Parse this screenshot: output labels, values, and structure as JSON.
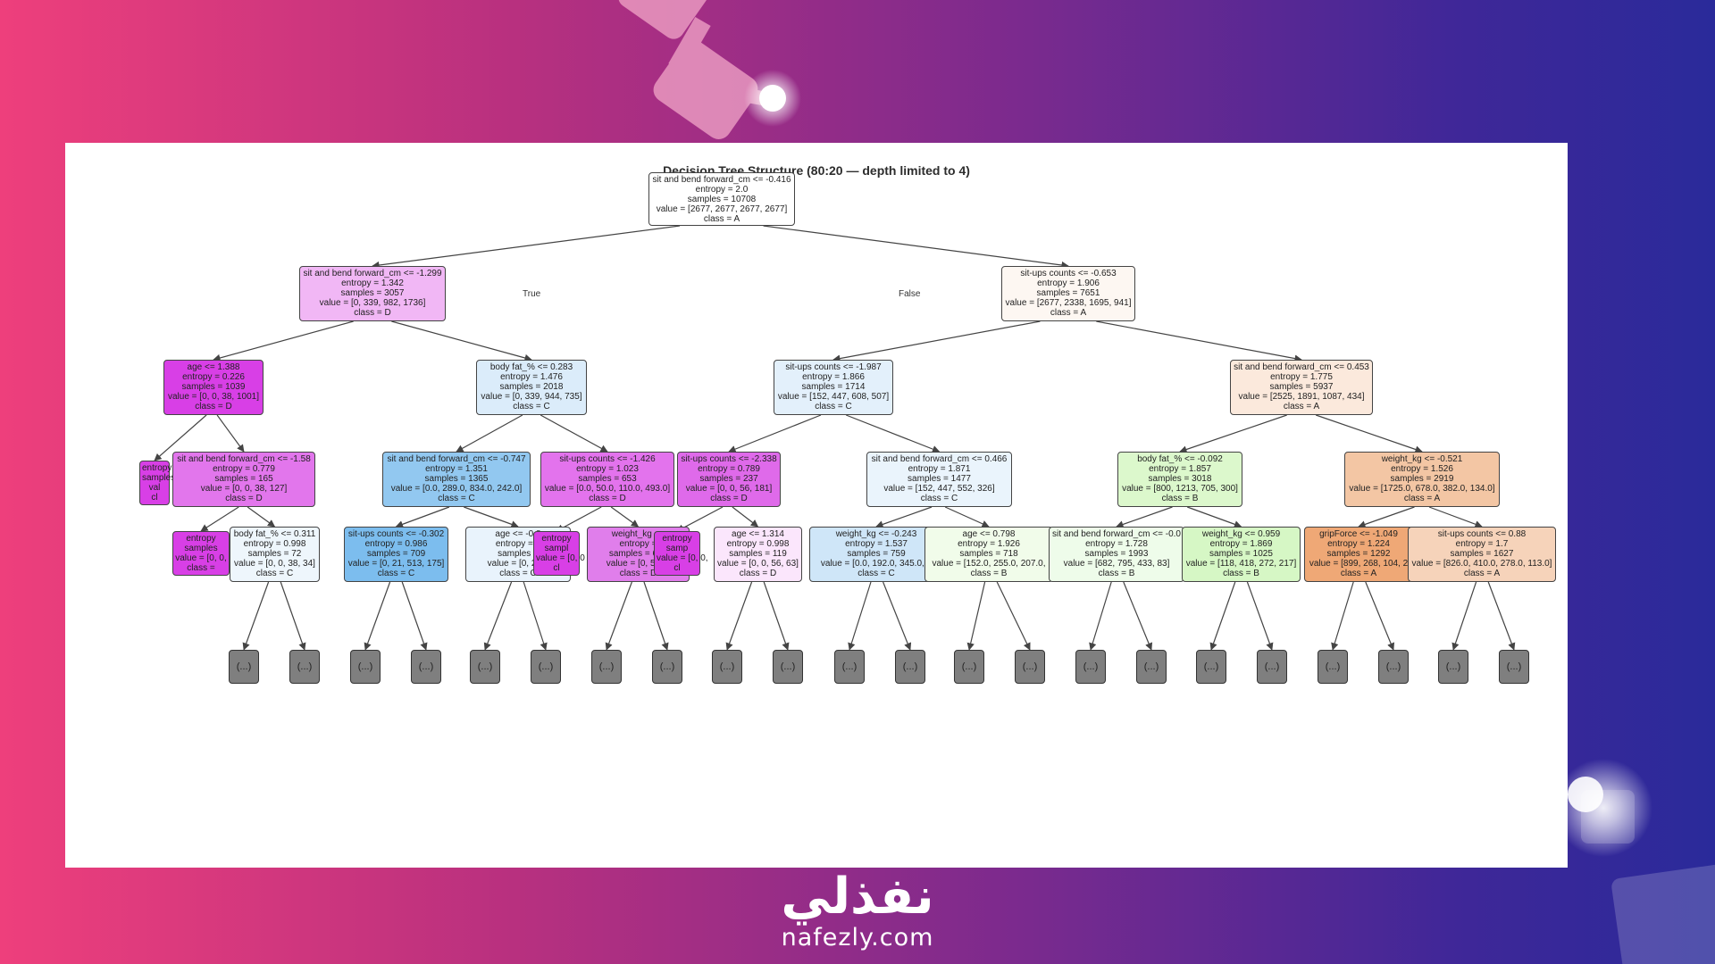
{
  "title": "Decision Tree Structure (80:20 — depth limited to 4)",
  "edge_labels": {
    "true": "True",
    "false": "False"
  },
  "leaf_label": "(...)",
  "brand": {
    "name_ar": "نفذلي",
    "url": "nafezly.com"
  },
  "icons": [
    "network-logo-icon"
  ],
  "colors": {
    "class_A": "#e58139",
    "class_B": "#7be539",
    "class_C": "#399de5",
    "class_D": "#d739e5",
    "leaf": "#7f7f7f"
  },
  "nodes": [
    {
      "id": "n0",
      "color": "#ffffff",
      "lines": [
        "sit and bend forward_cm <= -0.416",
        "entropy = 2.0",
        "samples = 10708",
        "value = [2677, 2677, 2677, 2677]",
        "class = A"
      ]
    },
    {
      "id": "n1",
      "color": "#f1b7f5",
      "lines": [
        "sit and bend forward_cm <= -1.299",
        "entropy = 1.342",
        "samples = 3057",
        "value = [0, 339, 982, 1736]",
        "class = D"
      ]
    },
    {
      "id": "n2",
      "color": "#fdf7f2",
      "lines": [
        "sit-ups counts <= -0.653",
        "entropy = 1.906",
        "samples = 7651",
        "value = [2677, 2338, 1695, 941]",
        "class = A"
      ]
    },
    {
      "id": "n3",
      "color": "#d83fe6",
      "lines": [
        "age <= 1.388",
        "entropy = 0.226",
        "samples = 1039",
        "value = [0, 0, 38, 1001]",
        "class = D"
      ]
    },
    {
      "id": "n4",
      "color": "#dbecfa",
      "lines": [
        "body fat_% <= 0.283",
        "entropy = 1.476",
        "samples = 2018",
        "value = [0, 339, 944, 735]",
        "class = C"
      ]
    },
    {
      "id": "n5",
      "color": "#e3f0fb",
      "lines": [
        "sit-ups counts <= -1.987",
        "entropy = 1.866",
        "samples = 1714",
        "value = [152, 447, 608, 507]",
        "class = C"
      ]
    },
    {
      "id": "n6",
      "color": "#fbe9dc",
      "lines": [
        "sit and bend forward_cm <= 0.453",
        "entropy = 1.775",
        "samples = 5937",
        "value = [2525, 1891, 1087, 434]",
        "class = A"
      ]
    },
    {
      "id": "n7",
      "color": "#d83fe6",
      "lines": [
        "entropy",
        "samples",
        "val",
        "cl"
      ]
    },
    {
      "id": "n8",
      "color": "#e276ec",
      "lines": [
        "sit and bend forward_cm <= -1.58",
        "entropy = 0.779",
        "samples = 165",
        "value = [0, 0, 38, 127]",
        "class = D"
      ]
    },
    {
      "id": "n9",
      "color": "#92c8f0",
      "lines": [
        "sit and bend forward_cm <= -0.747",
        "entropy = 1.351",
        "samples = 1365",
        "value = [0.0, 289.0, 834.0, 242.0]",
        "class = C"
      ]
    },
    {
      "id": "n10",
      "color": "#e373ed",
      "lines": [
        "sit-ups counts <= -1.426",
        "entropy = 1.023",
        "samples = 653",
        "value = [0.0, 50.0, 110.0, 493.0]",
        "class = D"
      ]
    },
    {
      "id": "n11",
      "color": "#df6aea",
      "lines": [
        "sit-ups counts <= -2.338",
        "entropy = 0.789",
        "samples = 237",
        "value = [0, 0, 56, 181]",
        "class = D"
      ]
    },
    {
      "id": "n12",
      "color": "#eaf4fc",
      "lines": [
        "sit and bend forward_cm <= 0.466",
        "entropy = 1.871",
        "samples = 1477",
        "value = [152, 447, 552, 326]",
        "class = C"
      ]
    },
    {
      "id": "n13",
      "color": "#dcf8cc",
      "lines": [
        "body fat_% <= -0.092",
        "entropy = 1.857",
        "samples = 3018",
        "value = [800, 1213, 705, 300]",
        "class = B"
      ]
    },
    {
      "id": "n14",
      "color": "#f3c6a4",
      "lines": [
        "weight_kg <= -0.521",
        "entropy = 1.526",
        "samples = 2919",
        "value = [1725.0, 678.0, 382.0, 134.0]",
        "class = A"
      ]
    },
    {
      "id": "n15",
      "color": "#d83fe6",
      "lines": [
        "entropy",
        "samples",
        "value = [0, 0,",
        "class ="
      ]
    },
    {
      "id": "n16",
      "color": "#eef6fc",
      "lines": [
        "body fat_% <= 0.311",
        "entropy = 0.998",
        "samples = 72",
        "value = [0, 0, 38, 34]",
        "class = C"
      ]
    },
    {
      "id": "n17",
      "color": "#7cbdee",
      "lines": [
        "sit-ups counts <= -0.302",
        "entropy = 0.986",
        "samples = 709",
        "value = [0, 21, 513, 175]",
        "class = C"
      ]
    },
    {
      "id": "n18",
      "color": "#e9f3fc",
      "lines": [
        "age <= -0.8",
        "entropy = 1",
        "samples =",
        "value = [0, 268,",
        "class = C"
      ]
    },
    {
      "id": "n19",
      "color": "#d83fe6",
      "lines": [
        "entropy",
        "sampl",
        "value = [0, 0",
        "cl"
      ]
    },
    {
      "id": "n20",
      "color": "#e07eeb",
      "lines": [
        "weight_kg <=",
        "entropy =",
        "samples = 653",
        "value = [0, 50, 1",
        "class = D"
      ]
    },
    {
      "id": "n21",
      "color": "#d83fe6",
      "lines": [
        "entropy",
        "samp",
        "value = [0, 0,",
        "cl"
      ]
    },
    {
      "id": "n22",
      "color": "#fbe6fc",
      "lines": [
        "age <= 1.314",
        "entropy = 0.998",
        "samples = 119",
        "value = [0, 0, 56, 63]",
        "class = D"
      ]
    },
    {
      "id": "n23",
      "color": "#cfe6f8",
      "lines": [
        "weight_kg <= -0.243",
        "entropy = 1.537",
        "samples = 759",
        "value = [0.0, 192.0, 345.0, 2",
        "class = C"
      ]
    },
    {
      "id": "n24",
      "color": "#f1fcea",
      "lines": [
        "age <= 0.798",
        "entropy = 1.926",
        "samples = 718",
        "value = [152.0, 255.0, 207.0,",
        "class = B"
      ]
    },
    {
      "id": "n25",
      "color": "#eefcea",
      "lines": [
        "sit and bend forward_cm <= -0.0",
        "entropy = 1.728",
        "samples = 1993",
        "value = [682, 795, 433, 83]",
        "class = B"
      ]
    },
    {
      "id": "n26",
      "color": "#d6f7c5",
      "lines": [
        "weight_kg <= 0.959",
        "entropy = 1.869",
        "samples = 1025",
        "value = [118, 418, 272, 217]",
        "class = B"
      ]
    },
    {
      "id": "n27",
      "color": "#efa876",
      "lines": [
        "gripForce <= -1.049",
        "entropy = 1.224",
        "samples = 1292",
        "value = [899, 268, 104, 2",
        "class = A"
      ]
    },
    {
      "id": "n28",
      "color": "#f6d3ba",
      "lines": [
        "sit-ups counts <= 0.88",
        "entropy = 1.7",
        "samples = 1627",
        "value = [826.0, 410.0, 278.0, 113.0]",
        "class = A"
      ]
    }
  ]
}
